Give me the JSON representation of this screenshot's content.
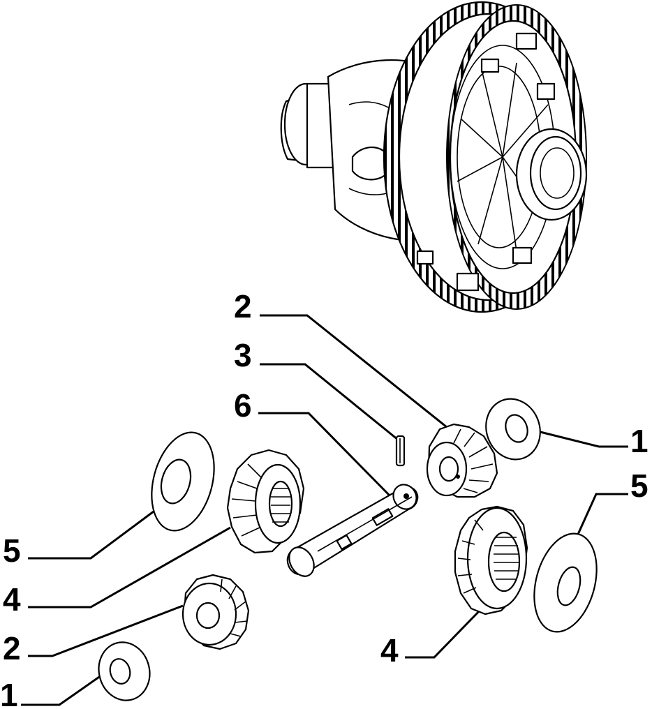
{
  "diagram": {
    "callouts": [
      {
        "id": "c2-top",
        "label": "2"
      },
      {
        "id": "c3",
        "label": "3"
      },
      {
        "id": "c6",
        "label": "6"
      },
      {
        "id": "c1-right",
        "label": "1"
      },
      {
        "id": "c5-right",
        "label": "5"
      },
      {
        "id": "c5-left",
        "label": "5"
      },
      {
        "id": "c4-left",
        "label": "4"
      },
      {
        "id": "c2-left",
        "label": "2"
      },
      {
        "id": "c1-left",
        "label": "1"
      },
      {
        "id": "c4-right",
        "label": "4"
      }
    ],
    "parts": [
      {
        "id": "differential-housing",
        "icon": "differential-housing-icon"
      },
      {
        "id": "thrust-washer",
        "icon": "thrust-washer-icon"
      },
      {
        "id": "planet-bevel-gear",
        "icon": "planet-gear-icon"
      },
      {
        "id": "pin",
        "icon": "pin-icon"
      },
      {
        "id": "side-gear",
        "icon": "side-gear-icon"
      },
      {
        "id": "shim-washer",
        "icon": "shim-washer-icon"
      },
      {
        "id": "pinion-shaft",
        "icon": "shaft-icon"
      }
    ]
  }
}
